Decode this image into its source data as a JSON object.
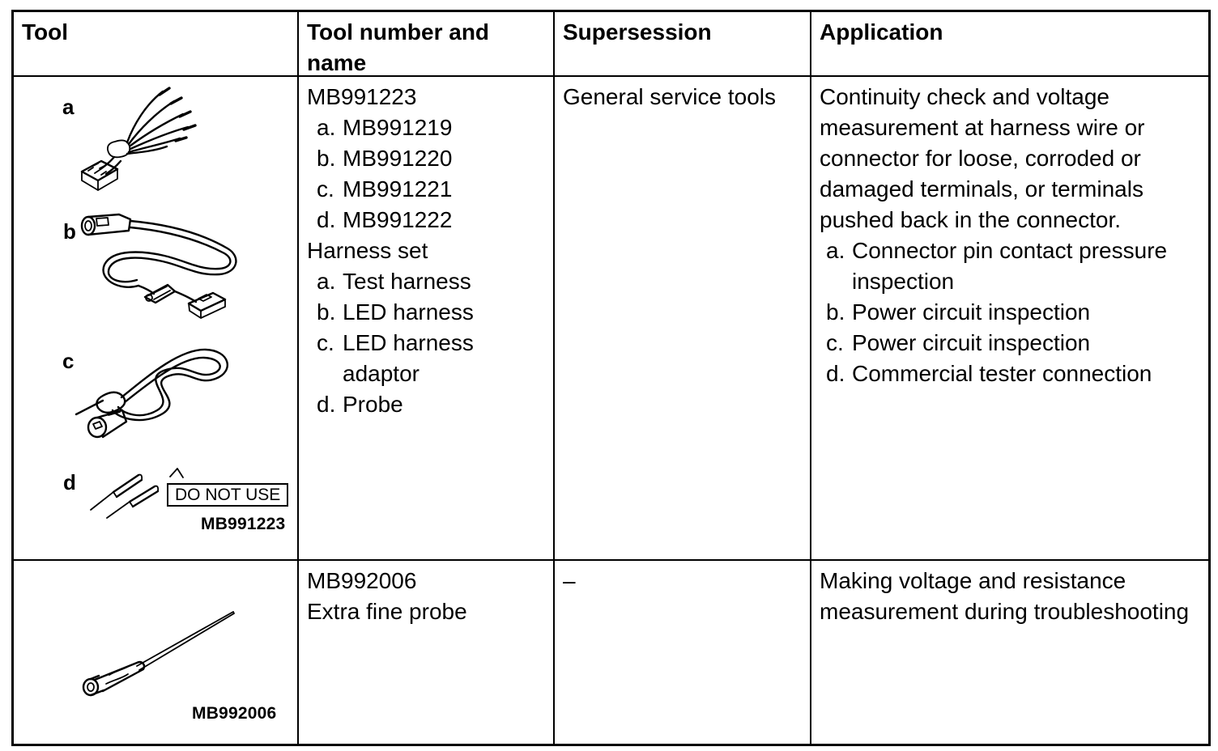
{
  "table": {
    "headers": [
      "Tool",
      "Tool number and name",
      "Supersession",
      "Application"
    ],
    "rows": [
      {
        "tool": {
          "item_labels": [
            "a",
            "b",
            "c",
            "d"
          ],
          "warning_label": "DO NOT USE",
          "caption": "MB991223",
          "illustrations": [
            "test-harness",
            "led-harness",
            "led-harness-adaptor",
            "probes"
          ]
        },
        "tool_number_name": {
          "set_number": "MB991223",
          "component_numbers": [
            {
              "prefix": "a.",
              "text": "MB991219"
            },
            {
              "prefix": "b.",
              "text": "MB991220"
            },
            {
              "prefix": "c.",
              "text": "MB991221"
            },
            {
              "prefix": "d.",
              "text": "MB991222"
            }
          ],
          "set_name": "Harness set",
          "component_names": [
            {
              "prefix": "a.",
              "text": "Test harness"
            },
            {
              "prefix": "b.",
              "text": "LED harness"
            },
            {
              "prefix": "c.",
              "text": "LED harness adaptor"
            },
            {
              "prefix": "d.",
              "text": "Probe"
            }
          ]
        },
        "supersession": "General service tools",
        "application": {
          "description": "Continuity check and voltage measurement at harness wire or connector for loose, corroded or damaged terminals, or terminals pushed back in the connector.",
          "items": [
            {
              "prefix": "a.",
              "text": "Connector pin contact pressure inspection"
            },
            {
              "prefix": "b.",
              "text": "Power circuit inspection"
            },
            {
              "prefix": "c.",
              "text": "Power circuit inspection"
            },
            {
              "prefix": "d.",
              "text": "Commercial tester connection"
            }
          ]
        }
      },
      {
        "tool": {
          "caption": "MB992006",
          "illustrations": [
            "extra-fine-probe"
          ]
        },
        "tool_number_name": {
          "set_number": "MB992006",
          "set_name": "Extra fine probe"
        },
        "supersession": "–",
        "application": {
          "description": "Making voltage and resistance measurement during troubleshooting"
        }
      }
    ]
  }
}
